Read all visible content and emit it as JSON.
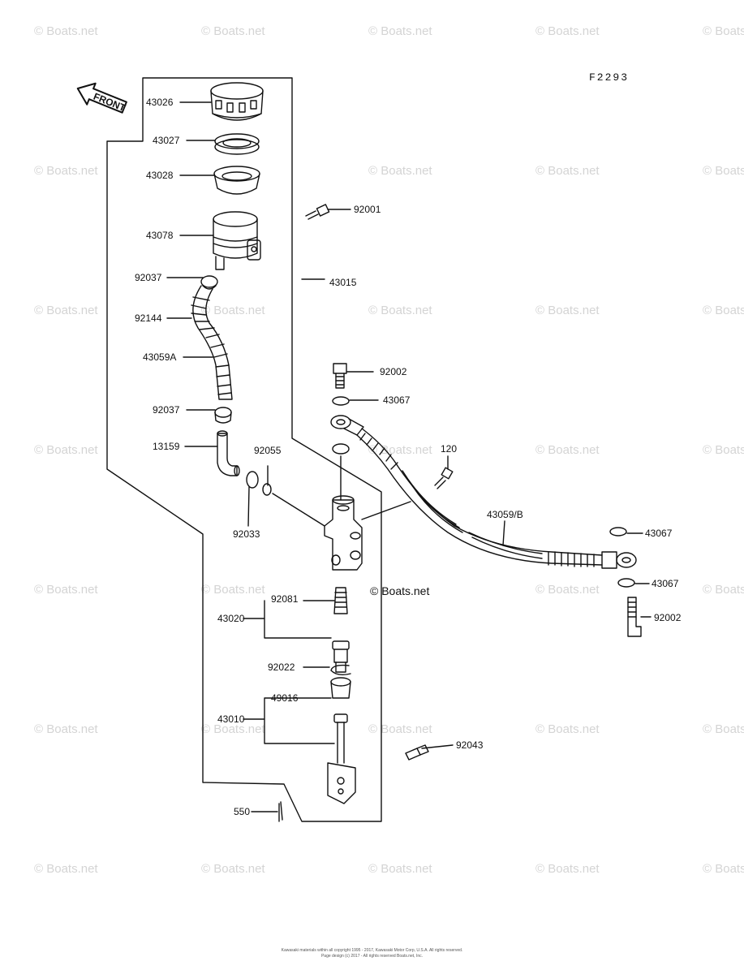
{
  "figure_code": "F2293",
  "front_label": "FRONT",
  "watermark_text": "© Boats.net",
  "center_watermark": "© Boats.net",
  "copyright": {
    "line1": "Kawasaki materials within all copyright 1995 - 2017, Kawasaki Motor Corp, U.S.A. All rights reserved.",
    "line2": "Page design (c) 2017 - All rights reserved Boats.net, Inc."
  },
  "parts": {
    "p43026": "43026",
    "p43027": "43027",
    "p43028": "43028",
    "p43078": "43078",
    "p92001": "92001",
    "p43015": "43015",
    "p92037a": "92037",
    "p92144": "92144",
    "p43059A": "43059A",
    "p92037b": "92037",
    "p13159": "13159",
    "p92055": "92055",
    "p92033": "92033",
    "p92002a": "92002",
    "p43067a": "43067",
    "p120": "120",
    "p43059B": "43059/B",
    "p43067b": "43067",
    "p43067c": "43067",
    "p92002b": "92002",
    "p92081": "92081",
    "p43020": "43020",
    "p92022": "92022",
    "p49016": "49016",
    "p43010": "43010",
    "p92043": "92043",
    "p550": "550"
  },
  "colors": {
    "line": "#111111",
    "watermark": "#d4d4d4",
    "background": "#ffffff"
  }
}
